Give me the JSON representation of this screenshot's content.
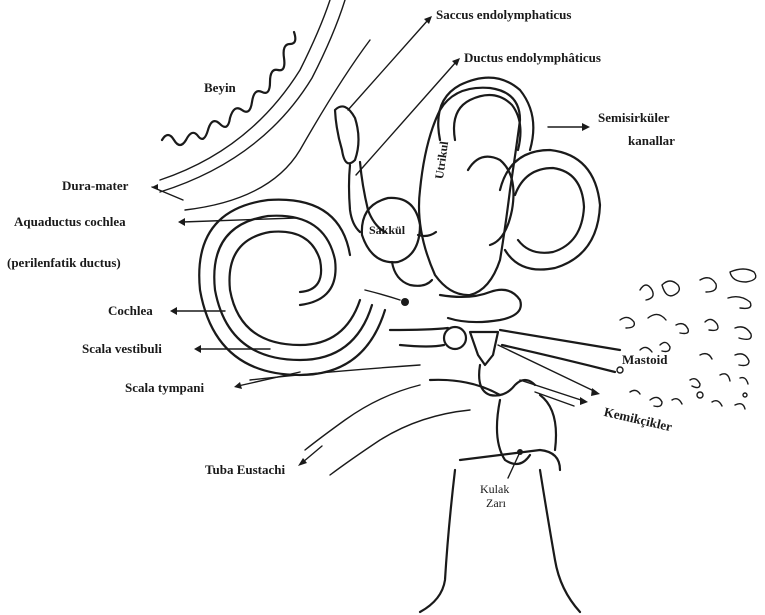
{
  "labels": {
    "saccus_endolymphaticus": "Saccus endolymphaticus",
    "ductus_endolymphaticus": "Ductus endolymphâticus",
    "beyin": "Beyin",
    "semisirkuler_line1": "Semisirküler",
    "semisirkuler_line2": "kanallar",
    "dura_mater": "Dura-mater",
    "aquaductus_cochlea": "Aquaductus cochlea",
    "perilenfatik_ductus": "(perilenfatik ductus)",
    "sakkul": "Sakkül",
    "utrikul": "Utrikul",
    "cochlea": "Cochlea",
    "scala_vestibuli": "Scala vestibuli",
    "scala_tympani": "Scala tympani",
    "mastoid": "Mastoid",
    "kemikcikler": "Kemikçikler",
    "tuba_eustachi": "Tuba Eustachi",
    "kulak_zari_line1": "Kulak",
    "kulak_zari_line2": "Zarı"
  }
}
